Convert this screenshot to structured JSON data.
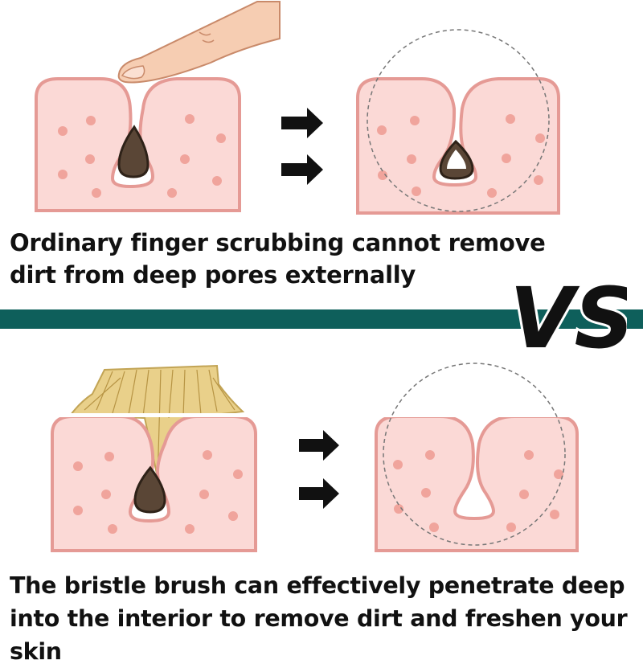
{
  "top_panel": {
    "caption": "Ordinary finger scrubbing cannot remove dirt from deep pores externally"
  },
  "divider": {
    "label": "VS",
    "color": "#0e5f5b"
  },
  "bottom_panel": {
    "caption": "The bristle brush can effectively penetrate deep into the interior to remove dirt and freshen your skin"
  },
  "colors": {
    "skin": "#fbd9d6",
    "skin_outline": "#e59a95",
    "pore_dot": "#f0a49c",
    "dirt": "#5a4636",
    "finger": "#f6cdb2",
    "bristle": "#e9d08a",
    "arrow": "#111111"
  }
}
